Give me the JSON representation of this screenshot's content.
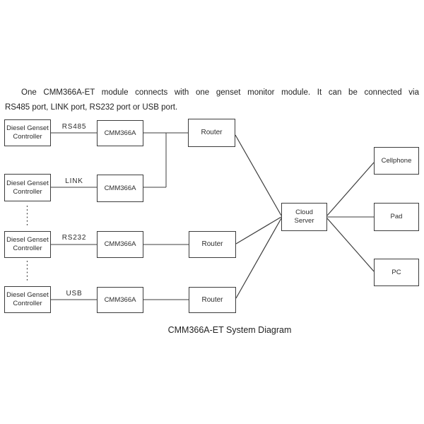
{
  "intro": {
    "line1": "One CMM366A-ET module connects with one genset monitor module. It can be connected via",
    "line2": "RS485 port, LINK port, RS232 port or USB port."
  },
  "labels": {
    "controller_line1": "Diesel Genset",
    "controller_line2": "Controller",
    "cmm": "CMM366A",
    "router": "Router",
    "cloud_line1": "Cloud",
    "cloud_line2": "Server",
    "cellphone": "Cellphone",
    "pad": "Pad",
    "pc": "PC"
  },
  "ports": {
    "rs485": "RS485",
    "link": "LINK",
    "rs232": "RS232",
    "usb": "USB"
  },
  "caption": "CMM366A-ET System Diagram",
  "colors": {
    "background": "#ffffff",
    "line": "#3c3c3c",
    "box_border": "#3c3c3c",
    "text": "#222222"
  }
}
